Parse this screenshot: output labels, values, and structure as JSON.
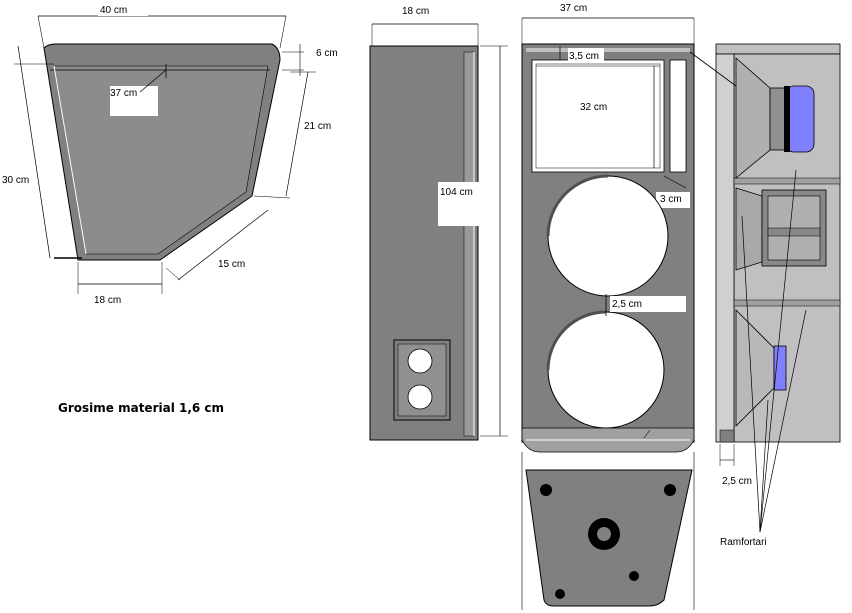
{
  "labels": {
    "top_40": "40 cm",
    "top_6": "6 cm",
    "top_37": "37 cm",
    "top_21": "21 cm",
    "top_30": "30 cm",
    "top_15": "15 cm",
    "top_18": "18 cm",
    "side_18": "18 cm",
    "side_104": "104 cm",
    "front_37": "37 cm",
    "front_3_5": "3,5 cm",
    "front_32": "32 cm",
    "front_3": "3 cm",
    "front_2_5": "2,5 cm",
    "section_2_5": "2,5 cm",
    "ramfortari": "Ramfortari",
    "material": "Grosime material 1,6 cm"
  },
  "colors": {
    "panel": "#808080",
    "panel_light": "#c0c0c0",
    "outline": "#000000",
    "woofer_magnet": "#8080ff"
  }
}
